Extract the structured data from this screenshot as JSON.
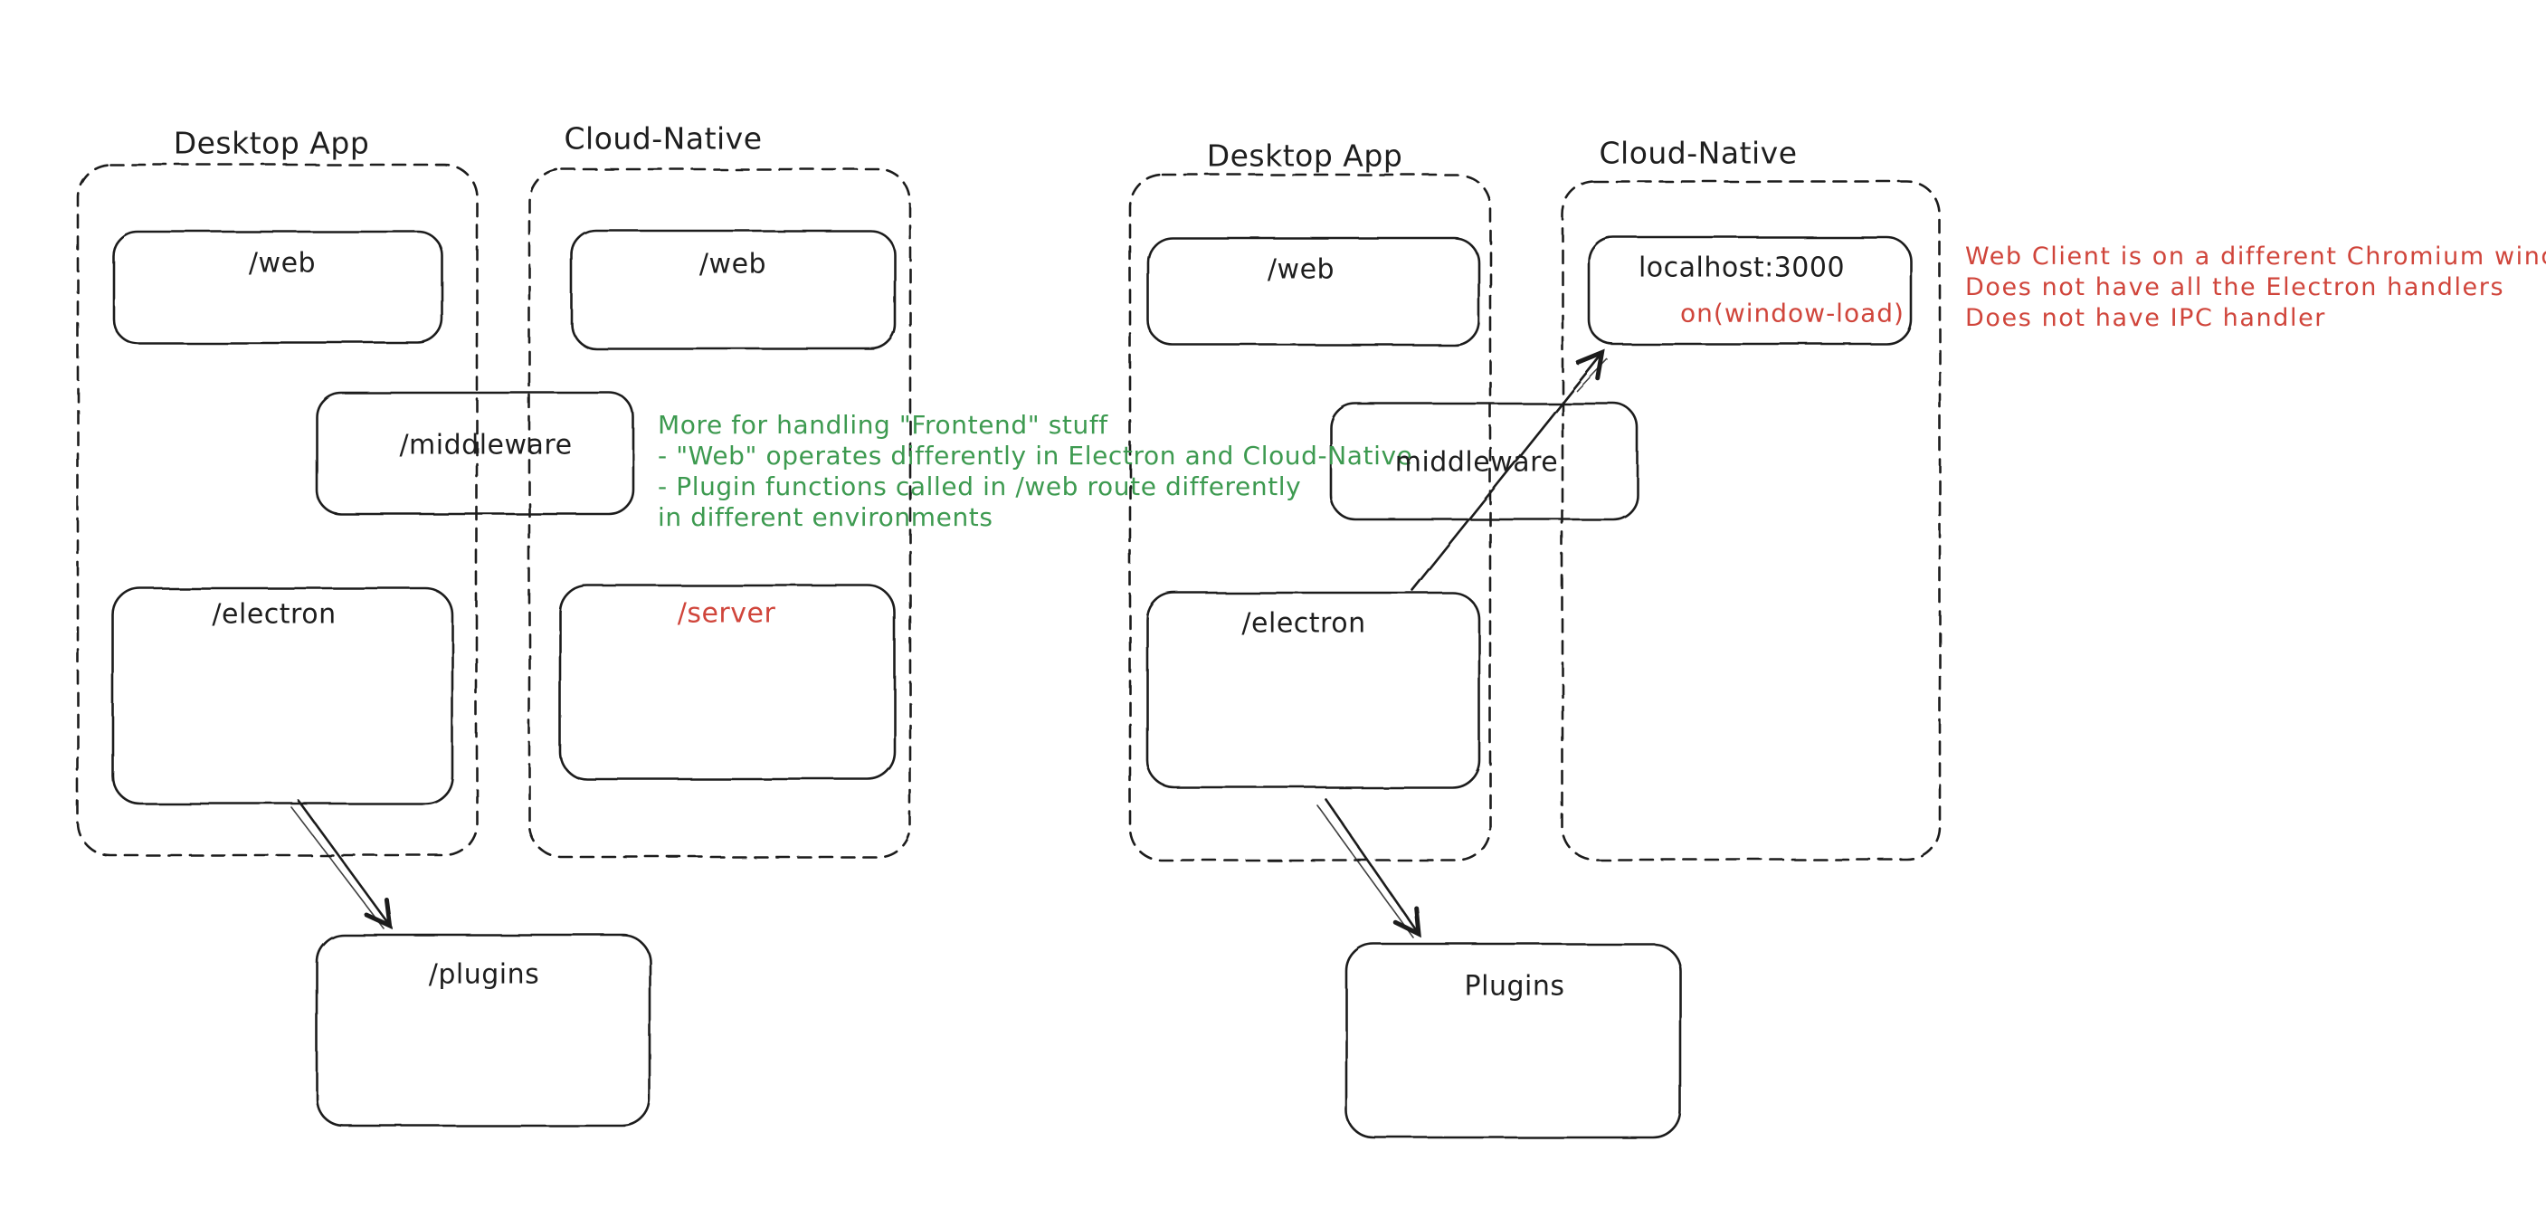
{
  "colors": {
    "ink": "#1e1e1e",
    "red": "#d0453b",
    "green": "#3d9a50",
    "background": "#ffffff"
  },
  "left_diagram": {
    "desktop_app": {
      "title": "Desktop App",
      "web": "/web",
      "middleware": "/middleware",
      "electron": "/electron"
    },
    "cloud_native": {
      "title": "Cloud-Native",
      "web": "/web",
      "server": "/server"
    },
    "plugins": "/plugins",
    "note_lines": [
      "More for handling \"Frontend\" stuff",
      "- \"Web\" operates differently in Electron and Cloud-Native",
      "- Plugin functions called in /web route differently",
      "in different environments"
    ]
  },
  "right_diagram": {
    "desktop_app": {
      "title": "Desktop App",
      "web": "/web",
      "electron": "/electron"
    },
    "cloud_native": {
      "title": "Cloud-Native",
      "localhost": "localhost:3000",
      "window_load_handler": "on(window-load)"
    },
    "middleware": "middleware",
    "plugins": "Plugins",
    "note_lines": [
      "Web Client is on a different Chromium window",
      "Does not have all the Electron handlers",
      "Does not have IPC handler"
    ]
  }
}
